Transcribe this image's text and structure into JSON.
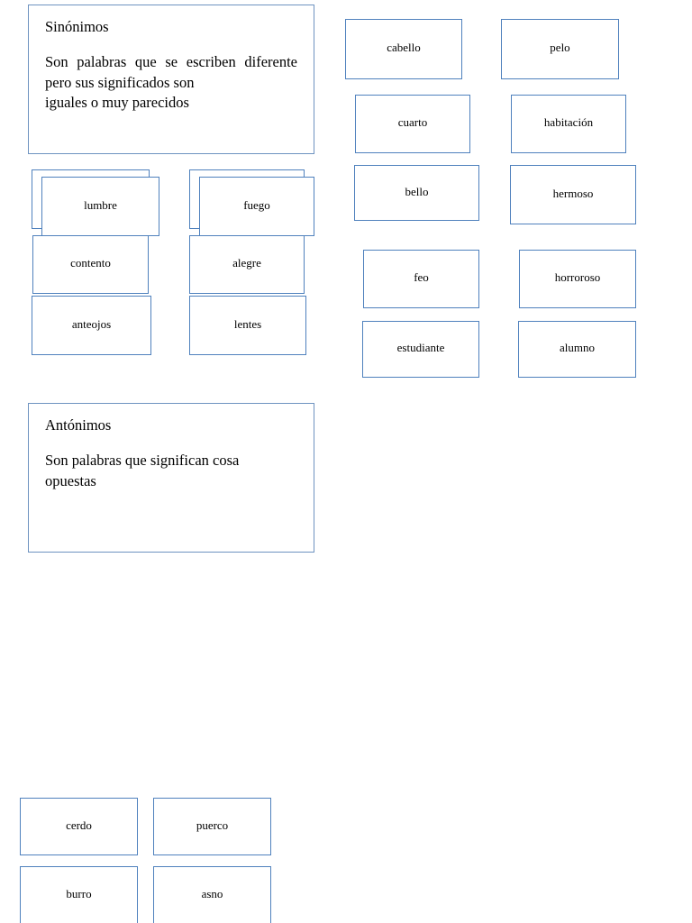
{
  "page": {
    "background_color": "#ffffff",
    "box_border_color": "#4f81bd",
    "panel_border_color": "#6e93c0",
    "text_color": "#000000"
  },
  "panels": [
    {
      "id": "sinonimos",
      "title": "Sinónimos",
      "body_line1": "Son palabras que se escriben",
      "body_line2": "diferente pero sus significados son",
      "body_line3": "iguales o muy parecidos"
    },
    {
      "id": "antonimos",
      "title": "Antónimos",
      "body_line1": "Son palabras que significan cosa",
      "body_line2": "opuestas",
      "body_line3": ""
    }
  ],
  "synonym_pairs_left": [
    {
      "left": "lumbre",
      "right": "fuego"
    },
    {
      "left": "contento",
      "right": "alegre"
    },
    {
      "left": "anteojos",
      "right": "lentes"
    }
  ],
  "synonym_pairs_right": [
    {
      "left": "cabello",
      "right": "pelo"
    },
    {
      "left": "cuarto",
      "right": "habitación"
    },
    {
      "left": "bello",
      "right": "hermoso"
    },
    {
      "left": "feo",
      "right": "horroroso"
    },
    {
      "left": "estudiante",
      "right": "alumno"
    }
  ],
  "synonym_pairs_bottom": [
    {
      "left": "cerdo",
      "right": "puerco"
    },
    {
      "left": "burro",
      "right": "asno"
    }
  ]
}
